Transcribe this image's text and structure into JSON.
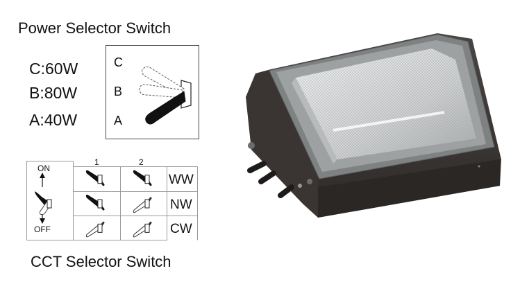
{
  "power": {
    "title": "Power Selector Switch",
    "options": [
      {
        "key": "C",
        "label": "C:60W"
      },
      {
        "key": "B",
        "label": "B:80W"
      },
      {
        "key": "A",
        "label": "A:40W"
      }
    ],
    "switch_positions": [
      "C",
      "B",
      "A"
    ],
    "selected": "A"
  },
  "cct": {
    "title": "CCT Selector Switch",
    "on_label": "ON",
    "off_label": "OFF",
    "columns": [
      "1",
      "2"
    ],
    "rows": [
      {
        "label": "WW",
        "switch1": "on",
        "switch2": "on"
      },
      {
        "label": "NW",
        "switch1": "on",
        "switch2": "off"
      },
      {
        "label": "CW",
        "switch1": "off",
        "switch2": "off"
      }
    ]
  },
  "colors": {
    "fixture_body": "#3d3835",
    "lens_frame": "#8a8d8e",
    "lens": "#d9dadb",
    "ink": "#111111"
  }
}
